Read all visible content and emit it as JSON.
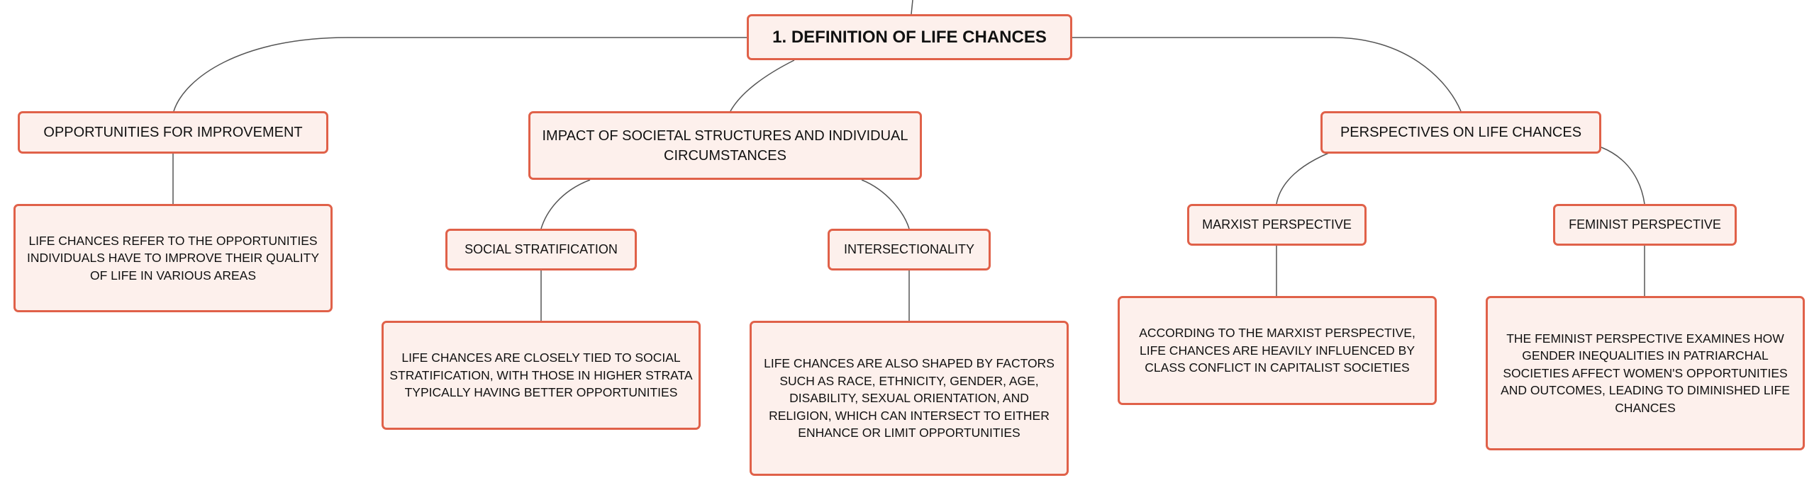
{
  "diagram": {
    "central": "1. DEFINITION OF LIFE CHANCES",
    "branches": {
      "opportunities": {
        "label": "OPPORTUNITIES FOR IMPROVEMENT",
        "description": "LIFE CHANCES REFER TO THE OPPORTUNITIES INDIVIDUALS HAVE TO IMPROVE THEIR QUALITY OF LIFE IN VARIOUS AREAS"
      },
      "impact": {
        "label": "IMPACT OF SOCIETAL STRUCTURES AND INDIVIDUAL CIRCUMSTANCES",
        "stratification": {
          "label": "SOCIAL STRATIFICATION",
          "description": "LIFE CHANCES ARE CLOSELY TIED TO SOCIAL STRATIFICATION, WITH THOSE IN HIGHER STRATA TYPICALLY HAVING BETTER OPPORTUNITIES"
        },
        "intersectionality": {
          "label": "INTERSECTIONALITY",
          "description": "LIFE CHANCES ARE ALSO SHAPED BY FACTORS SUCH AS RACE, ETHNICITY, GENDER, AGE, DISABILITY, SEXUAL ORIENTATION, AND RELIGION, WHICH CAN INTERSECT TO EITHER ENHANCE OR LIMIT OPPORTUNITIES"
        }
      },
      "perspectives": {
        "label": "PERSPECTIVES ON LIFE CHANCES",
        "marxist": {
          "label": "MARXIST PERSPECTIVE",
          "description": "ACCORDING TO THE MARXIST PERSPECTIVE, LIFE CHANCES ARE HEAVILY INFLUENCED BY CLASS CONFLICT IN CAPITALIST SOCIETIES"
        },
        "feminist": {
          "label": "FEMINIST PERSPECTIVE",
          "description": "THE FEMINIST PERSPECTIVE EXAMINES HOW GENDER INEQUALITIES IN PATRIARCHAL SOCIETIES AFFECT WOMEN'S OPPORTUNITIES AND OUTCOMES, LEADING TO DIMINISHED LIFE CHANCES"
        }
      }
    },
    "colors": {
      "node_border": "#e06149",
      "node_fill": "#fdf0ec",
      "connector": "#555555",
      "text": "#111111"
    }
  }
}
